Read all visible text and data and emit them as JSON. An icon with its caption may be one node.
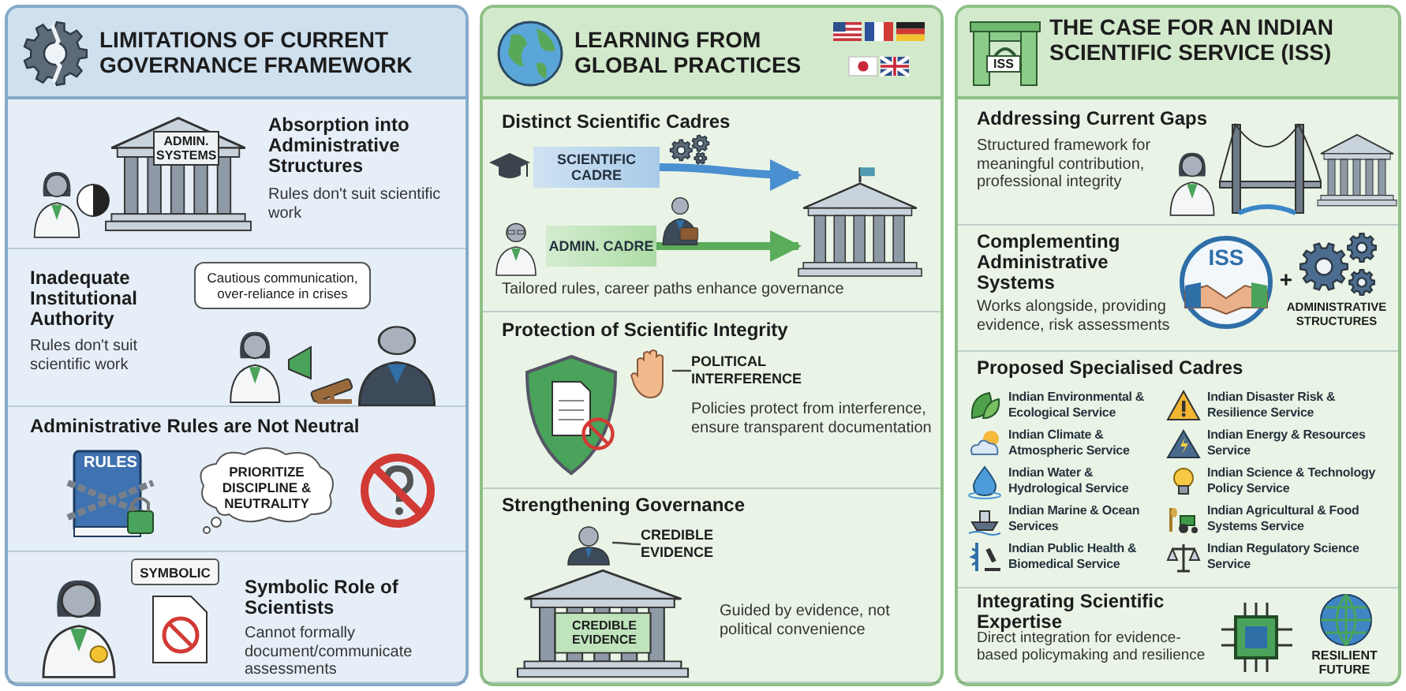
{
  "diagram": {
    "nodes": [
      {
        "text": [
          "LIMITATIONS OF CURRENT GOVERNANCE FRAMEWORK"
        ]
      },
      {
        "text": [
          "Absorption into Administrative Structures",
          "Rules don't suit scientific work"
        ],
        "in": 0
      },
      {
        "text": [
          "Inadequate Institutional Authority",
          "Rules don't suit scientific work"
        ],
        "in": 0
      },
      {
        "text": [
          "Cautious communication, over-reliance in crises"
        ],
        "in": 2
      },
      {
        "text": [
          "Administrative Rules are Not Neutral"
        ],
        "in": 0
      },
      {
        "text": [
          "PRIORITIZE DISCIPLINE & NEUTRALITY"
        ],
        "in": 4
      },
      {
        "text": [
          "Symbolic Role of Scientists",
          "Cannot formally document/communicate assessments"
        ],
        "in": 0
      },
      {
        "text": [
          "SYMBOLIC"
        ],
        "in": 6
      },
      {
        "text": [
          "LEARNING FROM GLOBAL PRACTICES"
        ]
      },
      {
        "text": [
          "Distinct Scientific Cadres",
          "Tailored rules, career paths enhance governance"
        ],
        "in": 8
      },
      {
        "text": [
          "SCIENTIFIC CADRE"
        ],
        "in": 9
      },
      {
        "text": [
          "ADMIN. CADRE"
        ],
        "in": 9
      },
      {
        "text": [],
        "shape": "picture",
        "in": 9
      },
      {
        "text": [
          "Protection of Scientific Integrity",
          "Policies protect from interference, ensure transparent documentation"
        ],
        "in": 8
      },
      {
        "text": [
          "POLITICAL INTERFERENCE"
        ],
        "in": 13
      },
      {
        "text": [],
        "shape": "picture",
        "in": 13
      },
      {
        "text": [
          "Strengthening Governance",
          "Guided by evidence, not political convenience"
        ],
        "in": 8
      },
      {
        "text": [
          "CREDIBLE EVIDENCE"
        ],
        "in": 16
      },
      {
        "text": [],
        "shape": "person",
        "in": 16
      },
      {
        "text": [
          "THE CASE FOR AN INDIAN SCIENTIFIC SERVICE (ISS)"
        ]
      },
      {
        "text": [
          "Addressing Current Gaps",
          "Structured framework for meaningful contribution, professional integrity"
        ],
        "in": 19
      },
      {
        "text": [
          "Complementing Administrative Systems",
          "Works alongside, providing evidence, risk assessments"
        ],
        "in": 19
      },
      {
        "text": [
          "Proposed Specialised Cadres"
        ],
        "in": 19
      },
      {
        "text": [
          "Indian Environmental & Ecological Service"
        ],
        "in": 22
      },
      {
        "text": [
          "Indian Disaster Risk & Resilience Service"
        ],
        "in": 22
      },
      {
        "text": [
          "Indian Climate & Atmospheric Service"
        ],
        "in": 22
      },
      {
        "text": [
          "Indian Energy & Resources Service"
        ],
        "in": 22
      },
      {
        "text": [
          "Indian Water & Hydrological Service"
        ],
        "in": 22
      },
      {
        "text": [
          "Indian Science & Technology Policy Service"
        ],
        "in": 22
      },
      {
        "text": [
          "Indian Marine & Ocean Services"
        ],
        "in": 22
      },
      {
        "text": [
          "Indian Agricultural & Food Systems Service"
        ],
        "in": 22
      },
      {
        "text": [
          "Indian Public Health & Biomedical Service"
        ],
        "in": 22
      },
      {
        "text": [
          "Indian Regulatory Science Service"
        ],
        "in": 22
      },
      {
        "text": [
          "Integrating Scientific Expertise",
          "Direct integration for evidence-based policymaking and resilience"
        ],
        "in": 19
      }
    ],
    "edges": [
      {
        "from": 10,
        "to": 12,
        "arrow": "to",
        "style": "thick",
        "color": "#4a8fd0"
      },
      {
        "from": 11,
        "to": 12,
        "arrow": "to",
        "style": "thick",
        "color": "#5aab5a"
      },
      {
        "from": 14,
        "to": 15,
        "arrow": "none"
      },
      {
        "from": 17,
        "to": 18,
        "arrow": "none"
      }
    ],
    "labels": [
      "ADMIN. SYSTEMS",
      "RULES",
      "CREDIBLE EVIDENCE",
      "ISS",
      "ISS",
      "+",
      "ADMINISTRATIVE STRUCTURES",
      "RESILIENT FUTURE"
    ]
  }
}
